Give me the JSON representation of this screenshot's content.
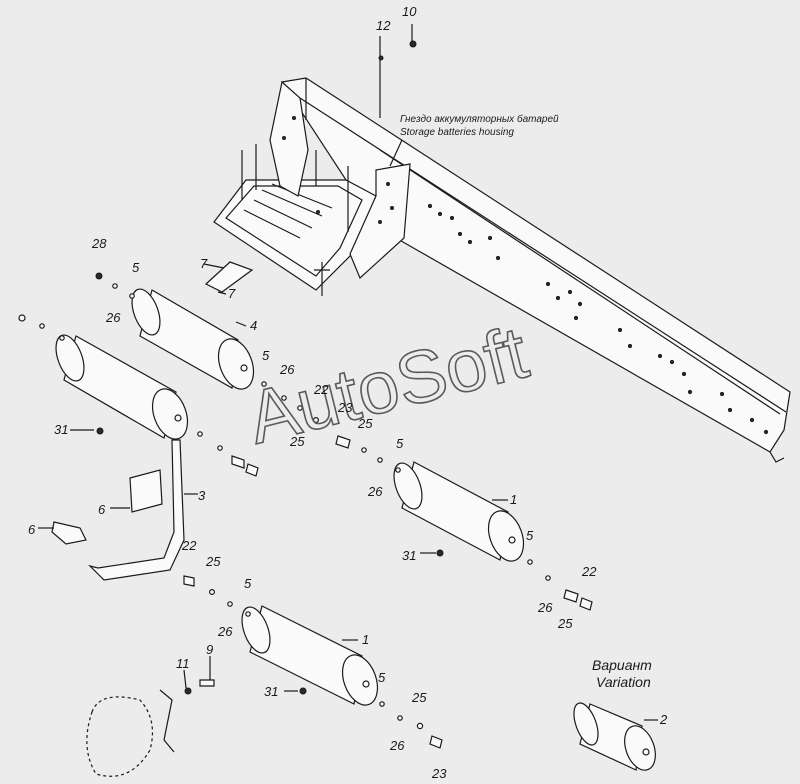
{
  "diagram": {
    "housing_caption_ru": "Гнездо аккумуляторных батарей",
    "housing_caption_en": "Storage batteries housing",
    "variant_ru": "Вариант",
    "variant_en": "Variation",
    "watermark": "AutoSoft",
    "callouts": [
      "10",
      "12",
      "28",
      "5",
      "26",
      "7",
      "7",
      "4",
      "5",
      "26",
      "31",
      "22",
      "23",
      "25",
      "25",
      "5",
      "26",
      "3",
      "6",
      "6",
      "1",
      "31",
      "5",
      "22",
      "26",
      "25",
      "22",
      "25",
      "5",
      "26",
      "1",
      "9",
      "11",
      "31",
      "5",
      "25",
      "26",
      "23",
      "2"
    ]
  }
}
